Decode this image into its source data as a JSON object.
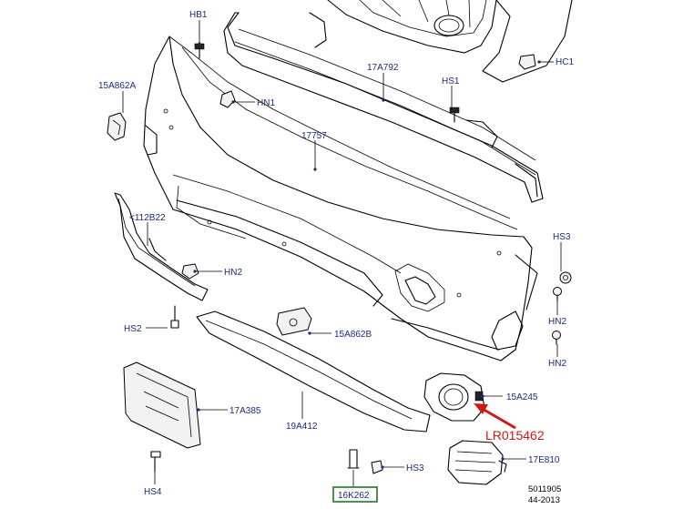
{
  "labels": {
    "hb1": "HB1",
    "hc1": "HC1",
    "p17a792": "17A792",
    "hs1": "HS1",
    "p15a862a": "15A862A",
    "hn1": "HN1",
    "p17757": "17757",
    "p112b22": "<112B22",
    "hs3_right": "HS3",
    "hn2_left": "HN2",
    "hn2_right_upper": "HN2",
    "hn2_right_lower": "HN2",
    "hs2": "HS2",
    "p15a862b": "15A862B",
    "p15a245": "15A245",
    "highlight_part": "LR015462",
    "p17a385": "17A385",
    "p19a412": "19A412",
    "p17e810": "17E810",
    "hs3_bottom": "HS3",
    "hs4": "HS4",
    "p16k262": "16K262"
  },
  "footer": {
    "drawing_number": "5011905",
    "date_code": "44-2013"
  },
  "colors": {
    "label_blue": "#1c2a7a",
    "highlight_red": "#d01818",
    "box_green": "#1f7a1f"
  }
}
